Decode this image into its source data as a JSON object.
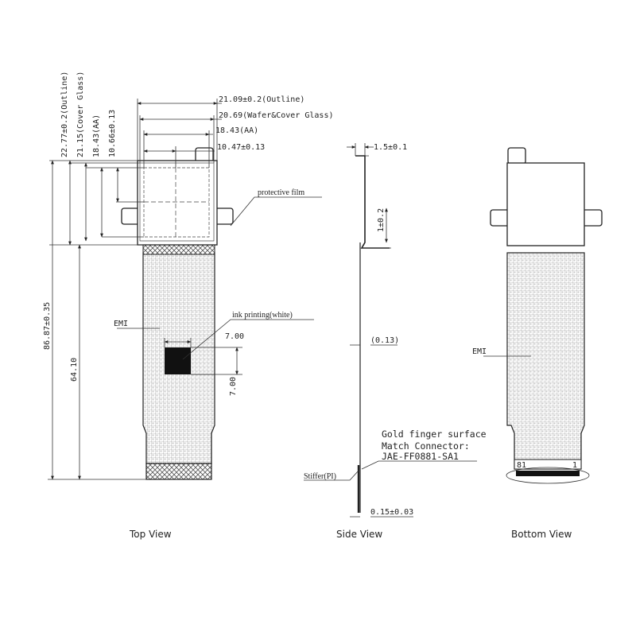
{
  "views": {
    "top": "Top View",
    "side": "Side View",
    "bottom": "Bottom View"
  },
  "top_dims": {
    "outline_w": "21.09±0.2(Outline)",
    "wafer_w": "20.69(Wafer&Cover Glass)",
    "aa_w": "18.43(AA)",
    "aa_offset_w": "10.47±0.13",
    "outline_h": "22.77±0.2(Outline)",
    "cover_glass_h": "21.15(Cover Glass)",
    "aa_h": "18.43(AA)",
    "aa_offset_h": "10.66±0.13",
    "total_len": "86.87±0.35",
    "fpc_len": "64.10",
    "ink_w": "7.00",
    "ink_h": "7.00"
  },
  "top_notes": {
    "protective_film": "protective film",
    "emi": "EMI",
    "ink": "ink printing(white)"
  },
  "side_dims": {
    "thickness": "1.5±0.1",
    "bend": "1±0.2",
    "fpc_thk": "(0.13)",
    "stiff_thk": "0.15±0.03",
    "stiffener": "Stiffer(PI)"
  },
  "gold_note": {
    "line1": "Gold finger surface",
    "line2": "Match Connector:",
    "line3": "JAE-FF0881-SA1"
  },
  "bottom_notes": {
    "emi": "EMI",
    "pin_first": "81",
    "pin_last": "1"
  },
  "icons": {
    "arrow": "arrowhead-icon"
  }
}
